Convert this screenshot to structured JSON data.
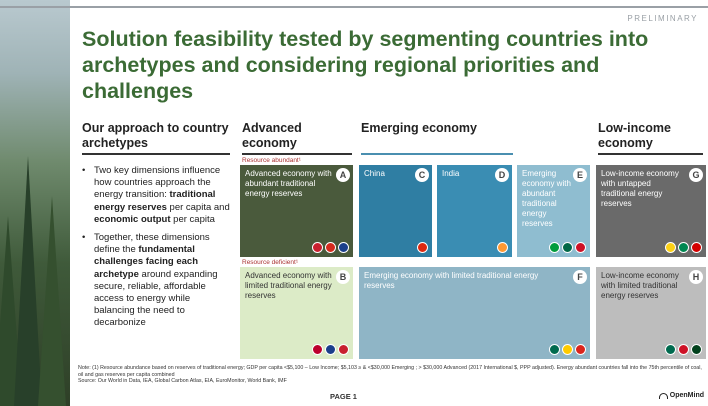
{
  "header": {
    "preliminary": "PRELIMINARY",
    "title": "Solution feasibility tested by segmenting countries into archetypes and considering regional priorities and challenges"
  },
  "columns": {
    "approach": "Our approach to country archetypes",
    "advanced": "Advanced economy",
    "emerging": "Emerging economy",
    "low_income": "Low-income economy"
  },
  "approach_points": [
    {
      "pre": "Two key dimensions influence how countries approach the energy transition: ",
      "b1": "traditional energy reserves",
      "mid": " per capita and ",
      "b2": "economic output",
      "post": " per capita"
    },
    {
      "pre": "Together, these dimensions define the ",
      "b1": "fundamental challenges facing each archetype",
      "mid": " around expanding secure, reliable, affordable access to energy while balancing the need to decarbonize",
      "b2": "",
      "post": ""
    }
  ],
  "labels": {
    "resource_abundant": "Resource abundant¹",
    "resource_deficient": "Resource deficient¹"
  },
  "boxes": [
    {
      "id": "A",
      "text": "Advanced economy with abundant traditional energy reserves",
      "color": "#4a5a3c",
      "flags": [
        "#c8202f",
        "#d52b1e",
        "#1b3f8b"
      ]
    },
    {
      "id": "B",
      "text": "Advanced economy with limited traditional energy reserves",
      "color": "#dcebc7",
      "flags": [
        "#bc002d",
        "#1b3f8b",
        "#c8202f"
      ]
    },
    {
      "id": "C",
      "text": "China",
      "color": "#2f7ea3",
      "flags": [
        "#de2910"
      ]
    },
    {
      "id": "D",
      "text": "India",
      "color": "#3a8db3",
      "flags": [
        "#ff9933"
      ]
    },
    {
      "id": "E",
      "text": "Emerging economy with abundant traditional energy reserves",
      "color": "#8fbdd0",
      "flags": [
        "#009c3b",
        "#006847",
        "#ce1126"
      ]
    },
    {
      "id": "F",
      "text": "Emerging economy with limited traditional energy reserves",
      "color": "#8fb5c6",
      "flags": [
        "#006a4e",
        "#fecb00",
        "#da251d"
      ]
    },
    {
      "id": "G",
      "text": "Low-income economy with untapped traditional energy reserves",
      "color": "#6a6a6a",
      "flags": [
        "#fcd116",
        "#008751",
        "#d40000"
      ]
    },
    {
      "id": "H",
      "text": "Low-income economy with limited traditional energy reserves",
      "color": "#bdbdbd",
      "flags": [
        "#006a4e",
        "#ce1126",
        "#01411c"
      ]
    }
  ],
  "footer": {
    "note": "Note: (1) Resource abundance based on reserves of traditional energy; GDP per capita <$5,100 – Low Income; $5,103 ≥ & <$30,000 Emerging ; > $30,000 Advanced (2017 International $, PPP adjusted). Energy abundant countries fall into the 75th percentile of coal, oil and gas reserves per capita combined",
    "source": "Source: Our World in Data, IEA, Global Carbon Atlas, EIA, EuroMonitor, World Bank, IMF",
    "page": "PAGE 1",
    "logo": "OpenMind"
  }
}
